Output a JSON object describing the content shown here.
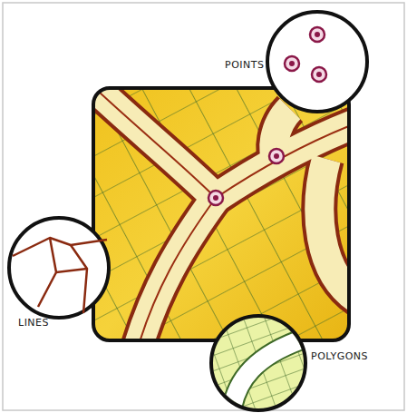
{
  "diagram": {
    "labels": [
      "POINTS",
      "LINES",
      "POLYGONS"
    ]
  }
}
